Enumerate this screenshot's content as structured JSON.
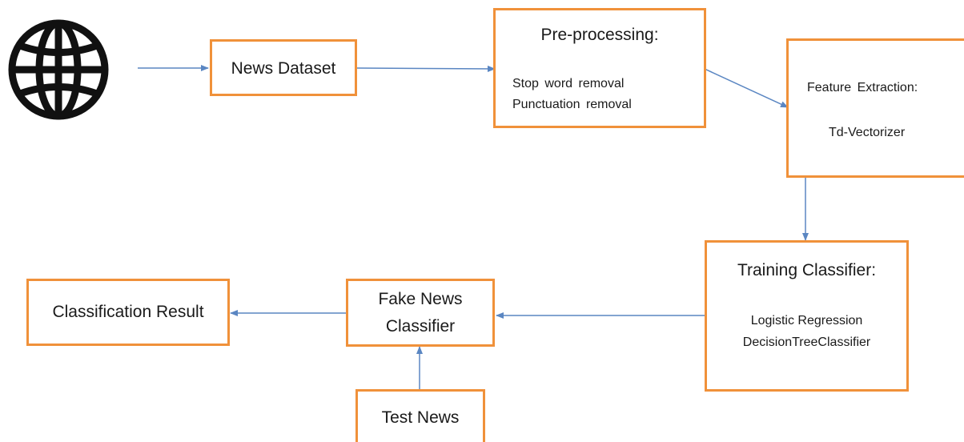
{
  "nodes": {
    "news_dataset": {
      "label": "News Dataset"
    },
    "preprocessing": {
      "title": "Pre-processing:",
      "items": [
        "Stop word removal",
        "Punctuation removal"
      ]
    },
    "feature_extraction": {
      "title": "Feature Extraction:",
      "item": "Td-Vectorizer"
    },
    "training_classifier": {
      "title": "Training Classifier:",
      "items": [
        "Logistic Regression",
        "DecisionTreeClassifier"
      ]
    },
    "fake_news_classifier": {
      "line1": "Fake News",
      "line2": "Classifier"
    },
    "classification_result": {
      "label": "Classification Result"
    },
    "test_news": {
      "label": "Test News"
    }
  },
  "icons": {
    "source": "globe-icon"
  },
  "colors": {
    "box_border": "#f0913a",
    "arrow": "#5a86c2",
    "text": "#1a1a1a"
  }
}
